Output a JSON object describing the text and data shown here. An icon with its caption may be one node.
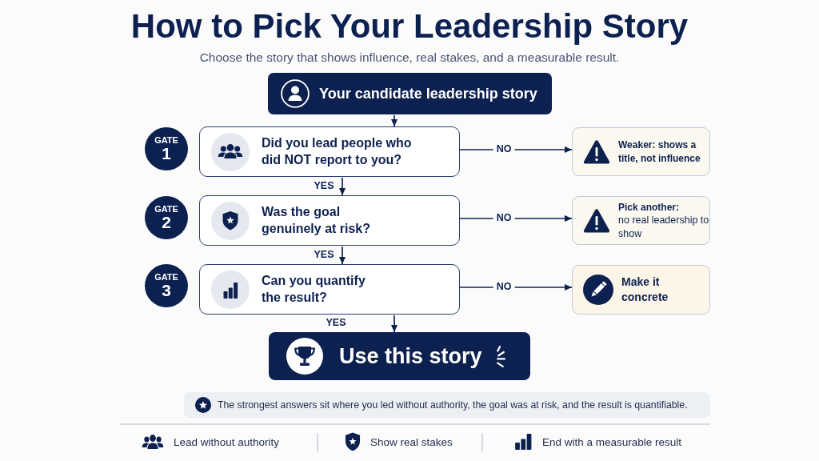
{
  "diagram": {
    "title": "How to Pick Your Leadership Story",
    "nodes": [
      {
        "text": [
          "Your candidate leadership story"
        ]
      },
      {
        "text": [
          "GATE",
          "1"
        ]
      },
      {
        "text": [
          "Did you lead people who did NOT report to you?"
        ]
      },
      {
        "text": [
          "Weaker: shows a title, not influence"
        ]
      },
      {
        "text": [
          "GATE",
          "2"
        ]
      },
      {
        "text": [
          "Was the goal genuinely at risk?"
        ]
      },
      {
        "text": [
          "Pick another:",
          "no real leadership to show"
        ]
      },
      {
        "text": [
          "GATE",
          "3"
        ]
      },
      {
        "text": [
          "Can you quantify the result?"
        ]
      },
      {
        "text": [
          "Make it concrete"
        ]
      },
      {
        "text": [
          "Use this story"
        ]
      },
      {
        "text": [
          "The strongest answers sit where you led without authority, the goal was at risk, and the result is quantifiable."
        ]
      }
    ],
    "edges": [
      {
        "from": 0,
        "to": 2,
        "arrow": "to"
      },
      {
        "from": 2,
        "to": 3,
        "arrow": "to",
        "label": "NO"
      },
      {
        "from": 2,
        "to": 5,
        "arrow": "to",
        "label": "YES"
      },
      {
        "from": 5,
        "to": 6,
        "arrow": "to",
        "label": "NO"
      },
      {
        "from": 5,
        "to": 8,
        "arrow": "to",
        "label": "YES"
      },
      {
        "from": 8,
        "to": 9,
        "arrow": "to",
        "label": "NO"
      },
      {
        "from": 8,
        "to": 10,
        "arrow": "to",
        "label": "YES"
      }
    ],
    "labels": [
      "Choose the story that shows influence, real stakes, and a measurable result."
    ],
    "legend": [
      {
        "text": "Lead without authority"
      },
      {
        "text": "Show real stakes"
      },
      {
        "text": "End with a measurable result"
      }
    ]
  }
}
